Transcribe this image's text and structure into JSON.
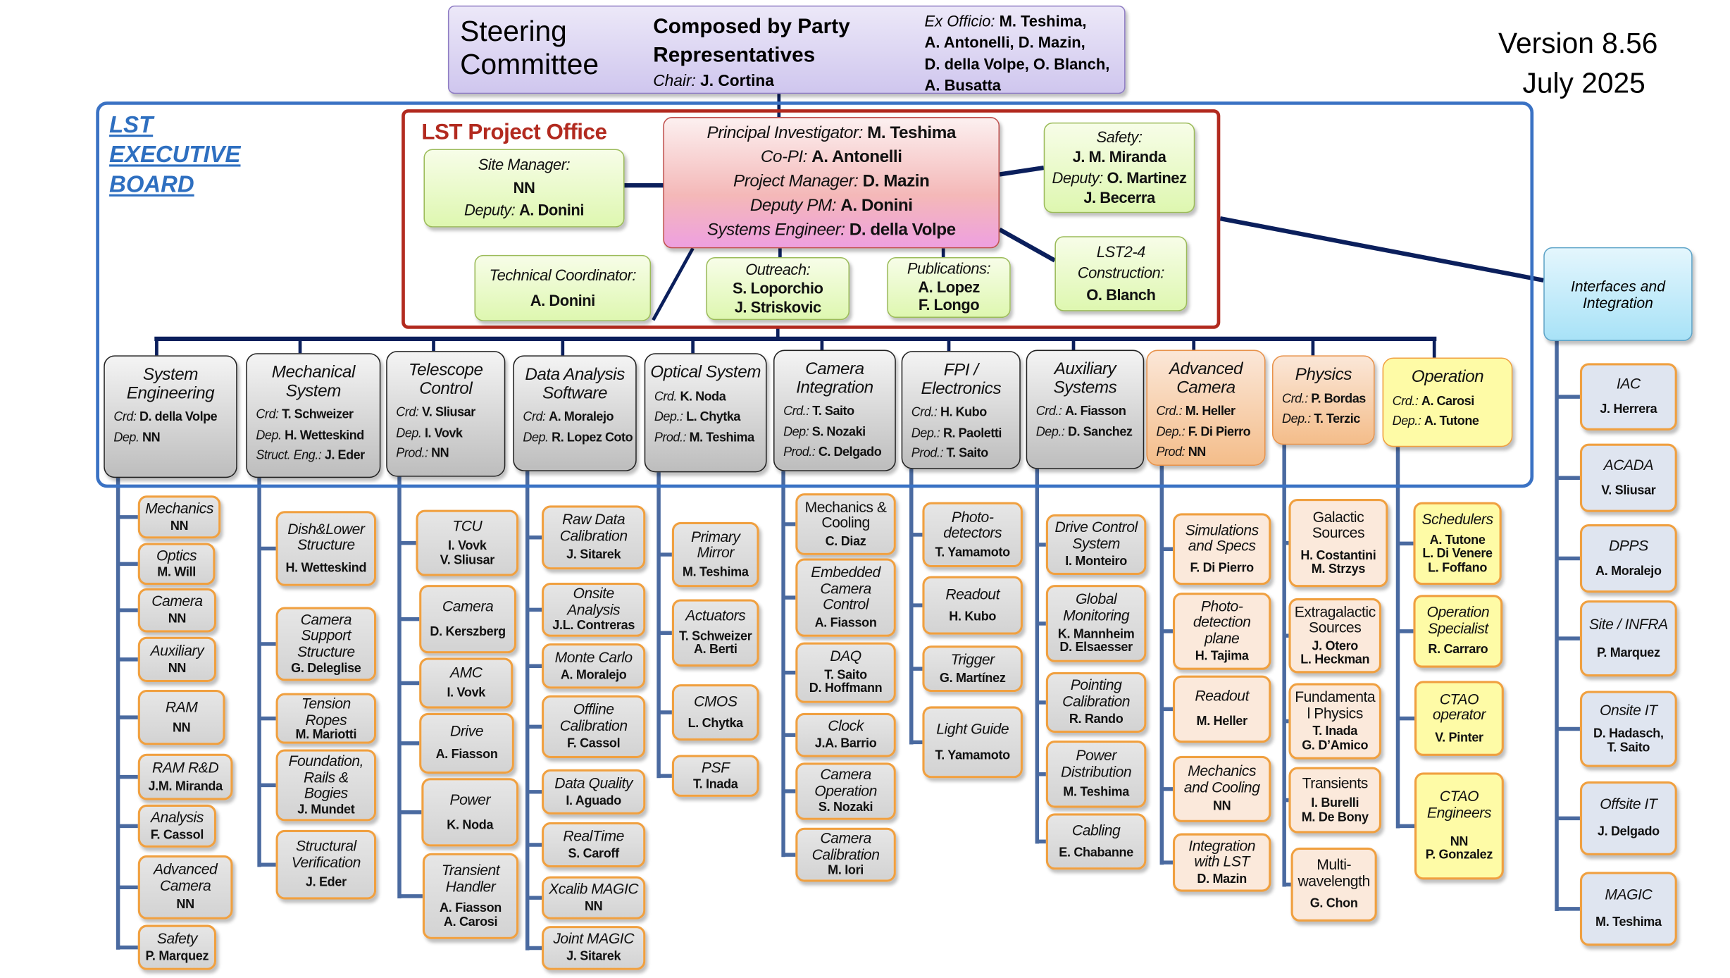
{
  "steering": {
    "title": "Steering\nCommittee",
    "composed": "Composed by Party\nRepresentatives",
    "chair_label": "Chair:",
    "chair": "J. Cortina",
    "ex_officio_label": "Ex Officio:",
    "ex_officio_first": "M. Teshima,",
    "ex_officio_rest": "A. Antonelli, D. Mazin,\nD. della Volpe, O. Blanch,\nA. Busatta"
  },
  "version": {
    "label": "Version 8.56",
    "date": "July 2025"
  },
  "executive_board": {
    "title": "LST\nEXECUTIVE\nBOARD"
  },
  "project_office": {
    "title": "LST Project Office",
    "pi": {
      "lines": [
        {
          "label": "Principal Investigator: ",
          "name": "M. Teshima"
        },
        {
          "label": "Co-PI: ",
          "name": "A. Antonelli"
        },
        {
          "label": "Project Manager: ",
          "name": "D. Mazin"
        },
        {
          "label": "Deputy PM: ",
          "name": "A. Donini"
        },
        {
          "label": "Systems Engineer: ",
          "name": "D. della Volpe"
        }
      ]
    },
    "site": {
      "lines": [
        {
          "label": "Site Manager:",
          "name": ""
        },
        {
          "label": "",
          "name": "NN"
        },
        {
          "label": "Deputy: ",
          "name": "A. Donini"
        }
      ]
    },
    "safety": {
      "lines": [
        {
          "label": "Safety:",
          "name": ""
        },
        {
          "label": "",
          "name": "J. M. Miranda"
        },
        {
          "label": "Deputy: ",
          "name": "O. Martinez"
        },
        {
          "label": "",
          "name": "J. Becerra"
        }
      ]
    },
    "tech": {
      "lines": [
        {
          "label": "Technical Coordinator:",
          "name": ""
        },
        {
          "label": "",
          "name": "A. Donini"
        }
      ]
    },
    "outreach": {
      "lines": [
        {
          "label": "Outreach:",
          "name": ""
        },
        {
          "label": "",
          "name": "S. Loporchio"
        },
        {
          "label": "",
          "name": "J. Striskovic"
        }
      ]
    },
    "publications": {
      "lines": [
        {
          "label": "Publications:",
          "name": ""
        },
        {
          "label": "",
          "name": "A. Lopez"
        },
        {
          "label": "",
          "name": "F. Longo"
        }
      ]
    },
    "lst24": {
      "lines": [
        {
          "label": "LST2-4",
          "name": ""
        },
        {
          "label": "Construction:",
          "name": ""
        },
        {
          "label": "",
          "name": "O. Blanch"
        }
      ]
    }
  },
  "interfaces": {
    "title": "Interfaces and\nIntegration"
  },
  "top_boxes": [
    {
      "title": "System\nEngineering",
      "roles": [
        {
          "label": "Crd:  ",
          "name": "D. della Volpe"
        },
        {
          "label": "Dep. ",
          "name": "NN"
        }
      ]
    },
    {
      "title": "Mechanical\nSystem",
      "roles": [
        {
          "label": "Crd:  ",
          "name": "T. Schweizer"
        },
        {
          "label": "Dep. ",
          "name": "H. Wetteskind"
        },
        {
          "label": "Struct. Eng.: ",
          "name": "J. Eder"
        }
      ]
    },
    {
      "title": "Telescope\nControl",
      "roles": [
        {
          "label": "Crd:  ",
          "name": "V. Sliusar"
        },
        {
          "label": "Dep. ",
          "name": "I. Vovk"
        },
        {
          "label": "Prod.: ",
          "name": "NN"
        }
      ]
    },
    {
      "title": "Data Analysis\nSoftware",
      "roles": [
        {
          "label": "Crd:  ",
          "name": "A. Moralejo"
        },
        {
          "label": "Dep. ",
          "name": "R. Lopez Coto"
        }
      ]
    },
    {
      "title": "Optical System",
      "roles": [
        {
          "label": "Crd. ",
          "name": "K. Noda"
        },
        {
          "label": "Dep.: ",
          "name": "L. Chytka"
        },
        {
          "label": "Prod.: ",
          "name": "M. Teshima"
        }
      ]
    },
    {
      "title": "Camera\nIntegration",
      "roles": [
        {
          "label": "Crd.: ",
          "name": "T. Saito"
        },
        {
          "label": "Dep: ",
          "name": "S. Nozaki"
        },
        {
          "label": "Prod.: ",
          "name": "C. Delgado"
        }
      ]
    },
    {
      "title": "FPI /\nElectronics",
      "roles": [
        {
          "label": "Crd.:  ",
          "name": "H. Kubo"
        },
        {
          "label": "Dep.:  ",
          "name": "R. Paoletti"
        },
        {
          "label": "Prod.: ",
          "name": "T. Saito"
        }
      ]
    },
    {
      "title": "Auxiliary\nSystems",
      "roles": [
        {
          "label": "Crd.: ",
          "name": "A. Fiasson"
        },
        {
          "label": "Dep.: ",
          "name": "D. Sanchez"
        }
      ]
    },
    {
      "title": "Advanced\nCamera",
      "roles": [
        {
          "label": "Crd.: ",
          "name": "M. Heller"
        },
        {
          "label": "Dep.:  ",
          "name": "F. Di Pierro"
        },
        {
          "label": "Prod:  ",
          "name": "NN"
        }
      ]
    },
    {
      "title": "Physics",
      "roles": [
        {
          "label": "Crd.: ",
          "name": "P. Bordas"
        },
        {
          "label": "Dep.: ",
          "name": "T. Terzic"
        }
      ]
    },
    {
      "title": "Operation",
      "roles": [
        {
          "label": "Crd.: ",
          "name": "A. Carosi"
        },
        {
          "label": "Dep.: ",
          "name": "A. Tutone"
        }
      ]
    }
  ],
  "columns": [
    {
      "items": [
        {
          "title": "Mechanics",
          "names": "NN"
        },
        {
          "title": "Optics",
          "names": "M. Will"
        },
        {
          "title": "Camera",
          "names": "NN"
        },
        {
          "title": "Auxiliary",
          "names": "NN"
        },
        {
          "title": "RAM",
          "names": "NN"
        },
        {
          "title": "RAM R&D",
          "names": "J.M. Miranda"
        },
        {
          "title": "Analysis",
          "names": "F. Cassol"
        },
        {
          "title": "Advanced\nCamera",
          "names": "NN"
        },
        {
          "title": "Safety",
          "names": "P. Marquez"
        }
      ]
    },
    {
      "items": [
        {
          "title": "Dish&Lower\nStructure",
          "names": "H. Wetteskind"
        },
        {
          "title": "Camera\nSupport\nStructure",
          "names": "G. Deleglise"
        },
        {
          "title": "Tension\nRopes",
          "names": "M. Mariotti"
        },
        {
          "title": "Foundation,\nRails &\nBogies",
          "names": "J. Mundet"
        },
        {
          "title": "Structural\nVerification",
          "names": "J. Eder"
        }
      ]
    },
    {
      "items": [
        {
          "title": "TCU",
          "names": "I. Vovk\nV. Sliusar"
        },
        {
          "title": "Camera",
          "names": "D. Kerszberg"
        },
        {
          "title": "AMC",
          "names": "I. Vovk"
        },
        {
          "title": "Drive",
          "names": "A. Fiasson"
        },
        {
          "title": "Power",
          "names": "K. Noda"
        },
        {
          "title": "Transient\nHandler",
          "names": "A. Fiasson\nA. Carosi"
        }
      ]
    },
    {
      "items": [
        {
          "title": "Raw Data\nCalibration",
          "names": "J. Sitarek"
        },
        {
          "title": "Onsite\nAnalysis",
          "names": "J.L. Contreras"
        },
        {
          "title": "Monte Carlo",
          "names": "A. Moralejo"
        },
        {
          "title": "Offline\nCalibration",
          "names": "F. Cassol"
        },
        {
          "title": "Data Quality",
          "names": "I. Aguado"
        },
        {
          "title": "RealTime",
          "names": "S. Caroff"
        },
        {
          "title": "Xcalib MAGIC",
          "names": "NN"
        },
        {
          "title": "Joint  MAGIC",
          "names": "J. Sitarek"
        }
      ]
    },
    {
      "items": [
        {
          "title": "Primary\nMirror",
          "names": "M. Teshima"
        },
        {
          "title": "Actuators",
          "names": "T. Schweizer\nA. Berti"
        },
        {
          "title": "CMOS",
          "names": "L. Chytka"
        },
        {
          "title": "PSF",
          "names": "T. Inada"
        }
      ]
    },
    {
      "items": [
        {
          "title": "Mechanics &\nCooling",
          "names": "C. Diaz"
        },
        {
          "title": "Embedded\nCamera\nControl",
          "names": "A. Fiasson"
        },
        {
          "title": "DAQ",
          "names": "T. Saito\nD. Hoffmann"
        },
        {
          "title": "Clock",
          "names": "J.A. Barrio"
        },
        {
          "title": "Camera\nOperation",
          "names": "S. Nozaki"
        },
        {
          "title": "Camera\nCalibration",
          "names": "M. Iori"
        }
      ]
    },
    {
      "items": [
        {
          "title": "Photo-\ndetectors",
          "names": "T. Yamamoto"
        },
        {
          "title": "Readout",
          "names": "H. Kubo"
        },
        {
          "title": "Trigger",
          "names": "G. Martínez"
        },
        {
          "title": "Light Guide",
          "names": "T. Yamamoto"
        }
      ]
    },
    {
      "items": [
        {
          "title": "Drive Control\nSystem",
          "names": "I. Monteiro"
        },
        {
          "title": "Global\nMonitoring",
          "names": "K. Mannheim\nD. Elsaesser"
        },
        {
          "title": "Pointing\nCalibration",
          "names": "R. Rando"
        },
        {
          "title": "Power\nDistribution",
          "names": "M. Teshima"
        },
        {
          "title": "Cabling",
          "names": "E. Chabanne"
        }
      ]
    },
    {
      "items": [
        {
          "title": "Simulations\nand Specs",
          "names": "F. Di Pierro"
        },
        {
          "title": "Photo-\ndetection\nplane",
          "names": "H. Tajima"
        },
        {
          "title": "Readout",
          "names": "M. Heller"
        },
        {
          "title": "Mechanics\nand Cooling",
          "names": "NN"
        },
        {
          "title": "Integration\nwith LST",
          "names": "D. Mazin"
        }
      ]
    },
    {
      "items": [
        {
          "title": "Galactic\nSources",
          "names": "H. Costantini\nM. Strzys"
        },
        {
          "title": "Extragalactic\nSources",
          "names": "J. Otero\nL. Heckman"
        },
        {
          "title": "Fundamenta\nl Physics",
          "names": "T. Inada\nG. D’Amico"
        },
        {
          "title": "Transients",
          "names": "I. Burelli\nM. De Bony"
        },
        {
          "title": "Multi-\nwavelength",
          "names": "G. Chon"
        }
      ]
    },
    {
      "items": [
        {
          "title": "Schedulers",
          "names": "A. Tutone\nL. Di Venere\nL. Foffano"
        },
        {
          "title": "Operation\nSpecialist",
          "names": "R. Carraro"
        },
        {
          "title": "CTAO\noperator",
          "names": "V. Pinter"
        },
        {
          "title": "CTAO\nEngineers",
          "names": "NN\nP. Gonzalez"
        }
      ]
    },
    {
      "items": [
        {
          "title": "IAC",
          "names": "J. Herrera"
        },
        {
          "title": "ACADA",
          "names": "V. Sliusar"
        },
        {
          "title": "DPPS",
          "names": "A. Moralejo"
        },
        {
          "title": "Site / INFRA",
          "names": "P. Marquez"
        },
        {
          "title": "Onsite IT",
          "names": "D. Hadasch,\nT. Saito"
        },
        {
          "title": "Offsite IT",
          "names": "J. Delgado"
        },
        {
          "title": "MAGIC",
          "names": "M. Teshima"
        }
      ]
    }
  ],
  "colors": {
    "board_border": "#3a72c4",
    "office_border": "#b22a1f",
    "connector_dark": "#0b1f5c",
    "connector": "#4a6aa0",
    "box_border": "#f0a040"
  }
}
